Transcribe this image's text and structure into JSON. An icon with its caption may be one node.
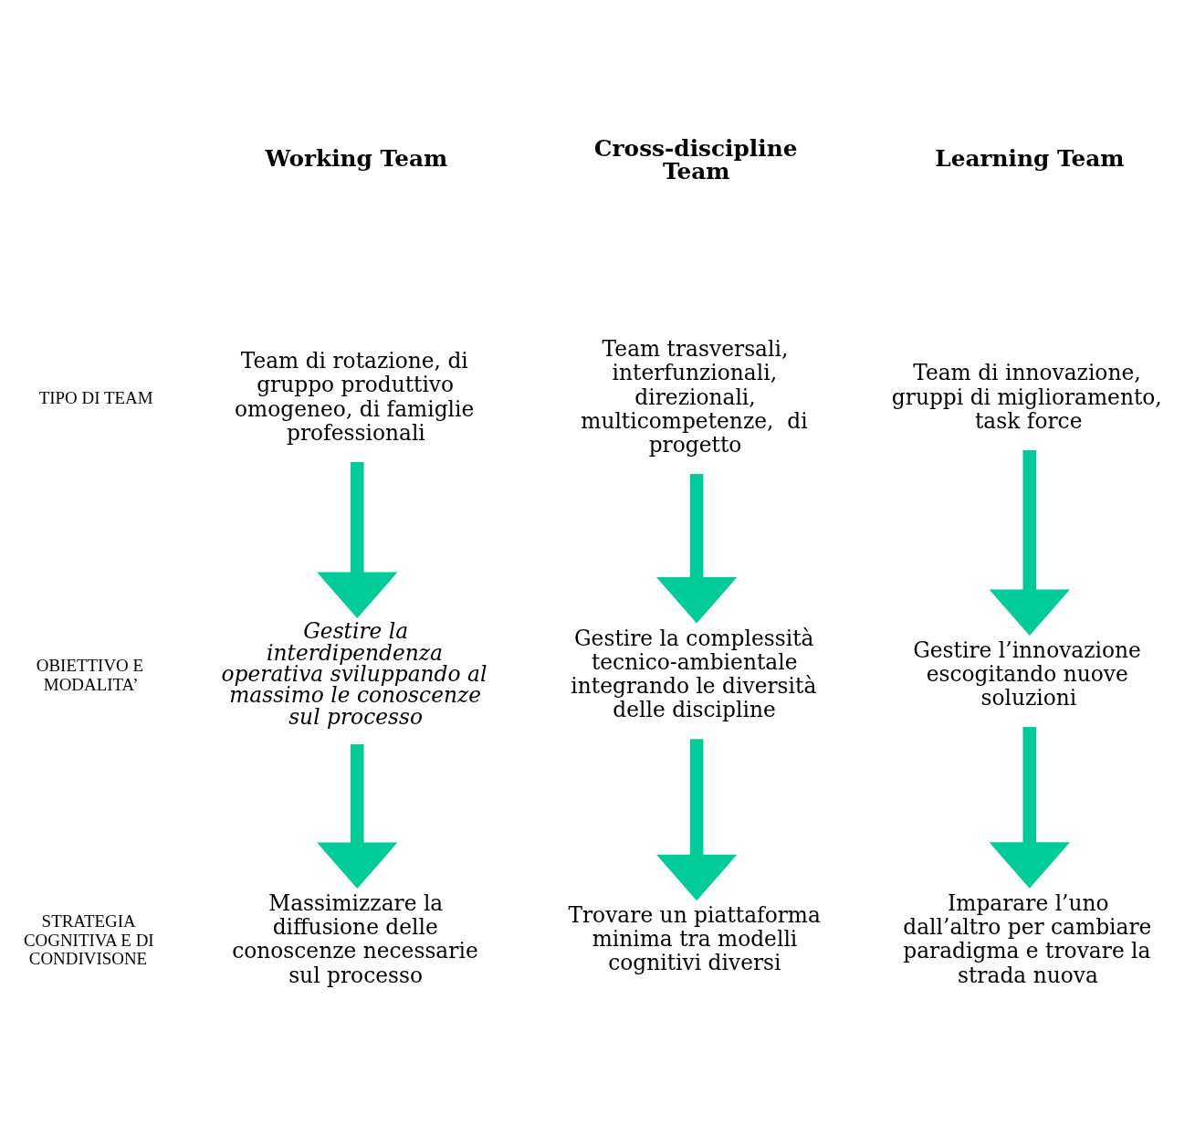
{
  "diagram": {
    "nodes": [
      {
        "text": [
          "Team di rotazione, di gruppo produttivo omogeneo, di famiglie professionali"
        ]
      },
      {
        "text": [
          "Team trasversali, interfunzionali, direzionali, multicompetenze,  di progetto"
        ]
      },
      {
        "text": [
          "Team di innovazione, gruppi di miglioramento, task force"
        ]
      },
      {
        "text": [
          "Gestire la interdipendenza operativa sviluppando al massimo le conoscenze sul processo"
        ]
      },
      {
        "text": [
          "Gestire la complessità tecnico-ambientale integrando le diversità delle discipline"
        ]
      },
      {
        "text": [
          "Gestire l’innovazione escogitando nuove soluzioni"
        ]
      },
      {
        "text": [
          "Massimizzare la diffusione delle conoscenze necessarie sul processo"
        ]
      },
      {
        "text": [
          "Trovare un piattaforma minima tra modelli cognitivi diversi"
        ]
      },
      {
        "text": [
          "Imparare l’uno dall’altro per cambiare paradigma e trovare la strada nuova"
        ]
      }
    ],
    "edges": [
      {
        "from": 0,
        "to": 3,
        "arrow": "to"
      },
      {
        "from": 1,
        "to": 4,
        "arrow": "to"
      },
      {
        "from": 2,
        "to": 5,
        "arrow": "to"
      },
      {
        "from": 3,
        "to": 6,
        "arrow": "to"
      },
      {
        "from": 4,
        "to": 7,
        "arrow": "to"
      },
      {
        "from": 5,
        "to": 8,
        "arrow": "to"
      }
    ],
    "labels": [
      "Working Team",
      "Cross-discipline Team",
      "Learning Team",
      "TIPO DI TEAM",
      "OBIETTIVO E MODALITA’",
      "STRATEGIA COGNITIVA E DI CONDIVISONE"
    ]
  }
}
